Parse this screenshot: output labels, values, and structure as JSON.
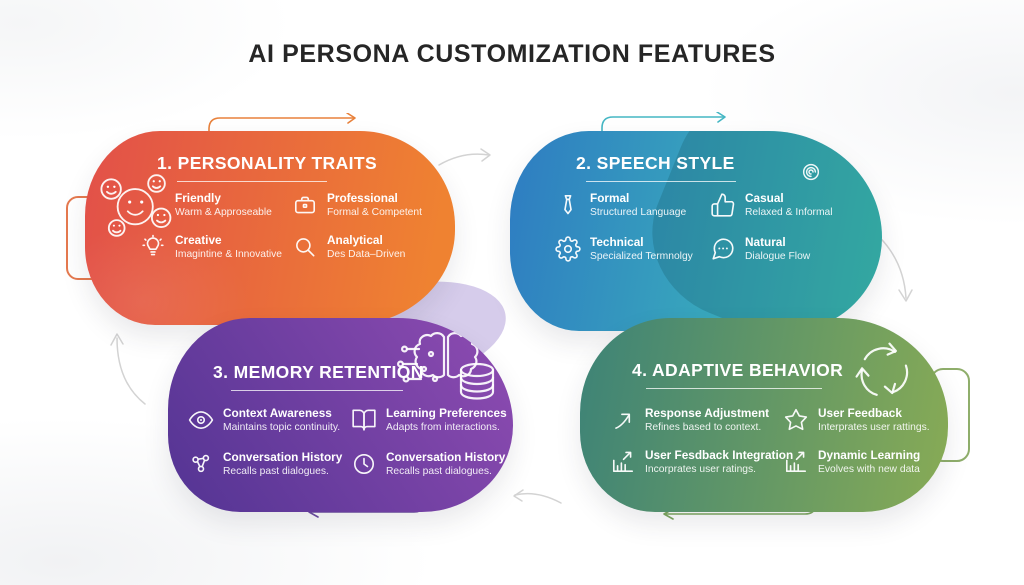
{
  "title": "AI PERSONA CUSTOMIZATION FEATURES",
  "palette": {
    "card1_gradient_start": "#e25049",
    "card1_gradient_end": "#ef8231",
    "card2_gradient_start": "#2e7cc2",
    "card2_gradient_end": "#3fc4b8",
    "card3_gradient_start": "#533493",
    "card3_gradient_end": "#8f4cb2",
    "card4_gradient_start": "#3d8377",
    "card4_gradient_end": "#88ab55",
    "loop_arrow_orange": "#e8813b",
    "loop_arrow_teal": "#45b7c4",
    "loop_arrow_purple": "#6b4ba0",
    "loop_arrow_green": "#7ca75f",
    "connector_gray": "#d3d3d3",
    "text_dark": "#262626"
  },
  "cards": [
    {
      "title": "1. PERSONALITY TRAITS",
      "deco_icon": "smiley-group-icon",
      "items": [
        {
          "icon": "smiley-group-icon",
          "title": "Friendly",
          "subtitle": "Warm & Approseable"
        },
        {
          "icon": "briefcase-icon",
          "title": "Professional",
          "subtitle": "Formal & Competent"
        },
        {
          "icon": "lightbulb-icon",
          "title": "Creative",
          "subtitle": "Imagintine & Innovative"
        },
        {
          "icon": "magnifier-icon",
          "title": "Analytical",
          "subtitle": "Des Data–Driven"
        }
      ]
    },
    {
      "title": "2. SPEECH STYLE",
      "deco_icon": "spiral-icon",
      "items": [
        {
          "icon": "tie-icon",
          "title": "Formal",
          "subtitle": "Structured Language"
        },
        {
          "icon": "thumbs-up-icon",
          "title": "Casual",
          "subtitle": "Relaxed & Informal"
        },
        {
          "icon": "gear-icon",
          "title": "Technical",
          "subtitle": "Specialized Termnolgy"
        },
        {
          "icon": "chat-bubble-icon",
          "title": "Natural",
          "subtitle": "Dialogue Flow"
        }
      ]
    },
    {
      "title": "3. MEMORY RETENTION",
      "deco_icon": "brain-database-icon",
      "items": [
        {
          "icon": "eye-icon",
          "title": "Context Awareness",
          "subtitle": "Maintains topic continuity."
        },
        {
          "icon": "book-icon",
          "title": "Learning Preferences",
          "subtitle": "Adapts from interactions."
        },
        {
          "icon": "circuit-brain-icon",
          "title": "Conversation History",
          "subtitle": "Recalls past dialogues."
        },
        {
          "icon": "clock-icon",
          "title": "Conversation History",
          "subtitle": "Recalls past dialogues."
        }
      ]
    },
    {
      "title": "4. ADAPTIVE BEHAVIOR",
      "deco_icon": "cycle-arrows-icon",
      "items": [
        {
          "icon": "trend-arrow-icon",
          "title": "Response Adjustment",
          "subtitle": "Refines based to context."
        },
        {
          "icon": "star-icon",
          "title": "User Feedback",
          "subtitle": "Interprates user rattings."
        },
        {
          "icon": "bar-chart-arrow-icon",
          "title": "User Fesdback Integration",
          "subtitle": "Incorprates user ratings."
        },
        {
          "icon": "bar-chart-arrow-icon",
          "title": "Dynamic Learning",
          "subtitle": "Evolves with new data"
        }
      ]
    }
  ]
}
